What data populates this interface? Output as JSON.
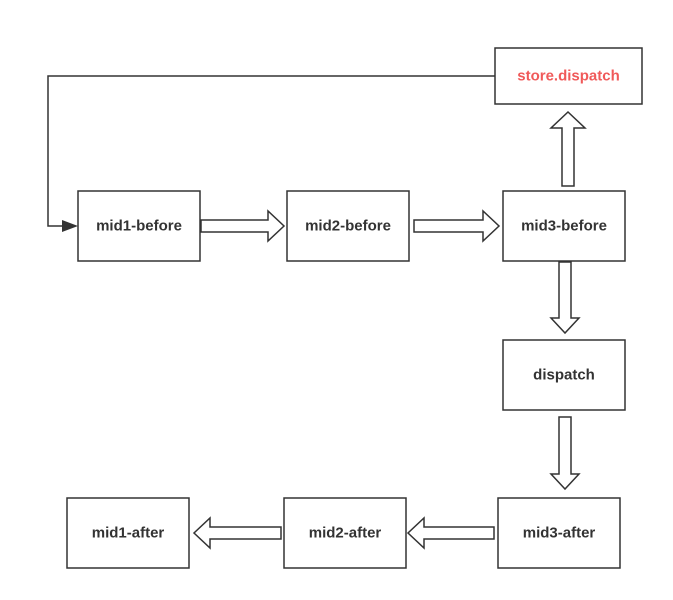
{
  "nodes": {
    "store_dispatch": "store.dispatch",
    "mid1_before": "mid1-before",
    "mid2_before": "mid2-before",
    "mid3_before": "mid3-before",
    "dispatch": "dispatch",
    "mid3_after": "mid3-after",
    "mid2_after": "mid2-after",
    "mid1_after": "mid1-after"
  },
  "colors": {
    "accent_text": "#f05a5a",
    "stroke": "#333333",
    "text": "#333333",
    "background": "#ffffff"
  }
}
